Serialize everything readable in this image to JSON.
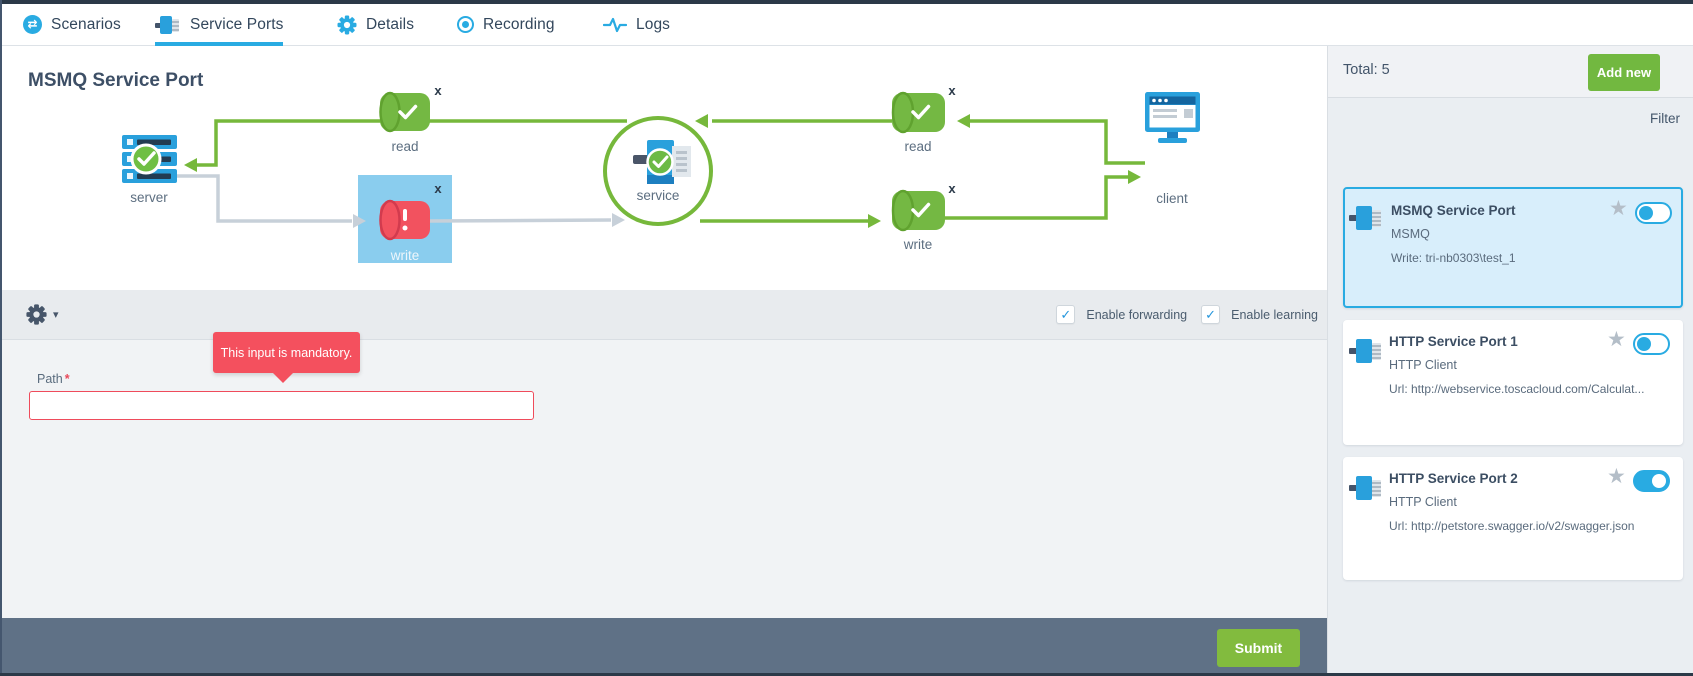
{
  "nav": {
    "sync_glyph": "⇄",
    "tabs": [
      {
        "label": "Scenarios",
        "icon": "sync-icon",
        "active": false
      },
      {
        "label": "Service Ports",
        "icon": "service-port-icon",
        "active": true
      },
      {
        "label": "Details",
        "icon": "gear-icon",
        "active": false
      },
      {
        "label": "Recording",
        "icon": "record-icon",
        "active": false
      },
      {
        "label": "Logs",
        "icon": "pulse-icon",
        "active": false
      }
    ]
  },
  "diagram": {
    "title": "MSMQ Service Port",
    "close_glyph": "x",
    "nodes": {
      "server": {
        "label": "server"
      },
      "read_left": {
        "label": "read",
        "status": "ok"
      },
      "write_left": {
        "label": "write",
        "status": "error",
        "selected": true
      },
      "service": {
        "label": "service"
      },
      "read_right": {
        "label": "read",
        "status": "ok"
      },
      "write_right": {
        "label": "write",
        "status": "ok"
      },
      "client": {
        "label": "client"
      }
    }
  },
  "toolbar": {
    "gear_icon": "gear-icon",
    "caret_glyph": "▾",
    "check_glyph": "✓",
    "checkboxes": [
      {
        "label": "Enable forwarding",
        "checked": true
      },
      {
        "label": "Enable learning",
        "checked": true
      }
    ]
  },
  "form": {
    "tooltip": "This input is mandatory.",
    "path": {
      "label": "Path",
      "required_mark": "*",
      "value": ""
    },
    "submit_label": "Submit"
  },
  "sidebar": {
    "total_label": "Total: 5",
    "add_new_label": "Add new",
    "filter_label": "Filter",
    "star_glyph": "★",
    "cards": [
      {
        "title": "MSMQ Service Port",
        "subtitle": "MSMQ",
        "detail": "Write: tri-nb0303\\test_1",
        "selected": true,
        "toggle_on": false,
        "starred": false
      },
      {
        "title": "HTTP Service Port 1",
        "subtitle": "HTTP Client",
        "detail": "Url: http://webservice.toscacloud.com/Calculat...",
        "selected": false,
        "toggle_on": false,
        "starred": false
      },
      {
        "title": "HTTP Service Port 2",
        "subtitle": "HTTP Client",
        "detail": "Url: http://petstore.swagger.io/v2/swagger.json",
        "selected": false,
        "toggle_on": true,
        "starred": false
      }
    ]
  },
  "colors": {
    "accent_blue": "#29abe2",
    "node_green": "#74b843",
    "node_red": "#f2525f",
    "line_green": "#76b83b",
    "line_gray": "#c7d0d9",
    "footer_slate": "#5f7186",
    "dark_strip": "#2b3948",
    "selected_card_bg": "#d8eefb"
  }
}
